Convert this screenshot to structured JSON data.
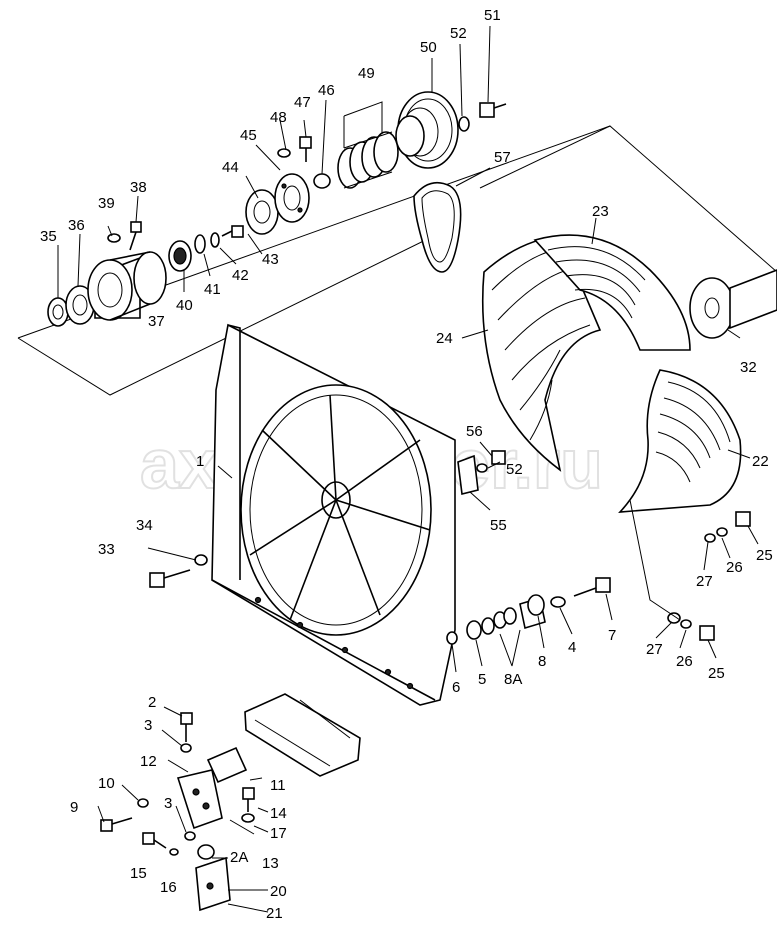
{
  "watermark": "axautopiter.ru",
  "callouts": [
    "1",
    "2",
    "2A",
    "3",
    "3",
    "4",
    "5",
    "6",
    "7",
    "8",
    "8A",
    "9",
    "10",
    "11",
    "12",
    "13",
    "14",
    "15",
    "16",
    "17",
    "20",
    "21",
    "22",
    "23",
    "24",
    "25",
    "25",
    "26",
    "26",
    "27",
    "27",
    "32",
    "33",
    "34",
    "35",
    "36",
    "37",
    "38",
    "39",
    "40",
    "41",
    "42",
    "43",
    "44",
    "45",
    "46",
    "47",
    "48",
    "49",
    "50",
    "51",
    "52",
    "52",
    "55",
    "56",
    "57"
  ]
}
